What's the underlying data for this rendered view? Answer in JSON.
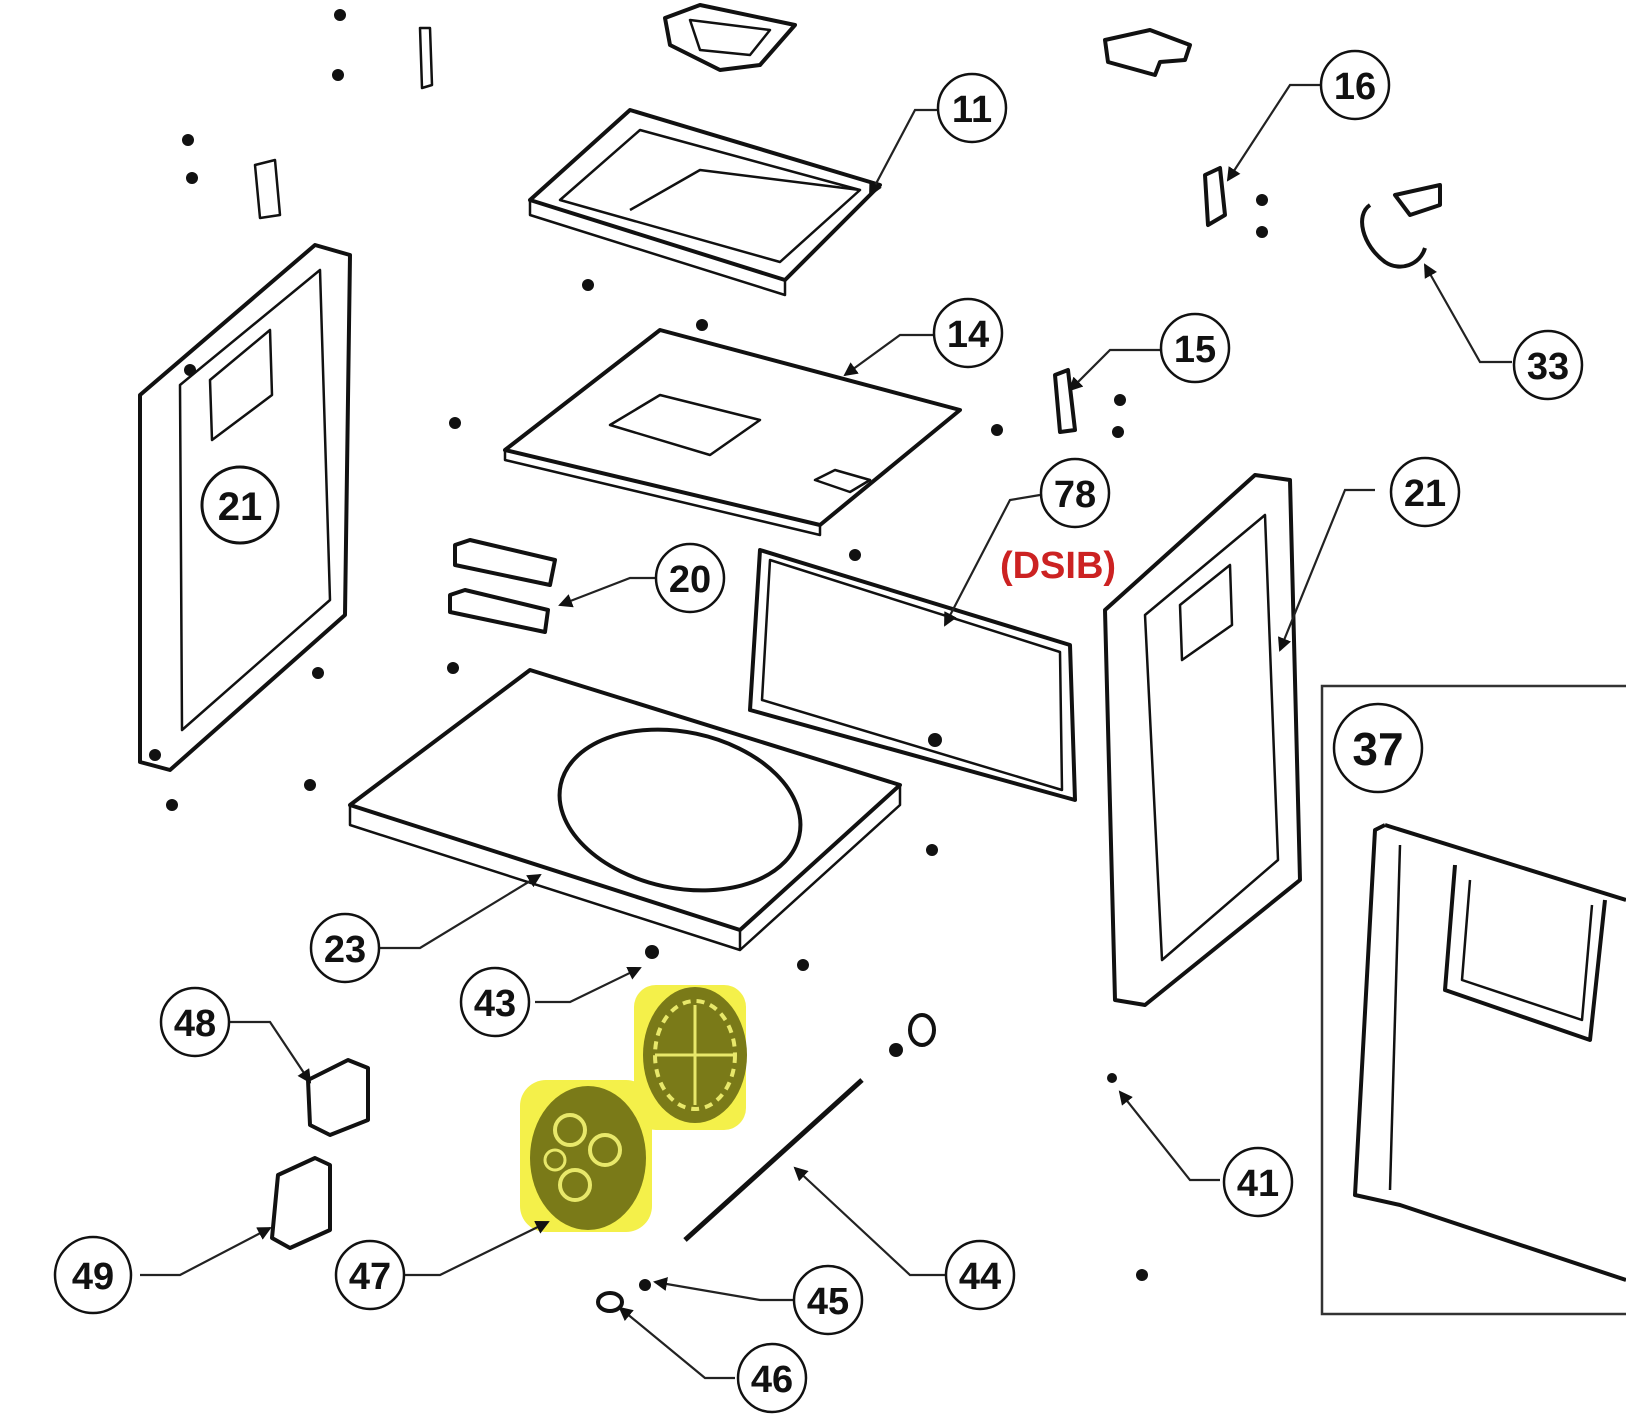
{
  "callouts": {
    "c11": "11",
    "c14": "14",
    "c15": "15",
    "c16": "16",
    "c20": "20",
    "c21_left": "21",
    "c21_right": "21",
    "c23": "23",
    "c33": "33",
    "c37": "37",
    "c41": "41",
    "c43": "43",
    "c44": "44",
    "c45": "45",
    "c46": "46",
    "c47": "47",
    "c48": "48",
    "c49": "49",
    "c78": "78"
  },
  "notes": {
    "dsib": "(DSIB)"
  },
  "highlight_color": "#f4f04a",
  "highlight_part_color": "#7a7a18"
}
